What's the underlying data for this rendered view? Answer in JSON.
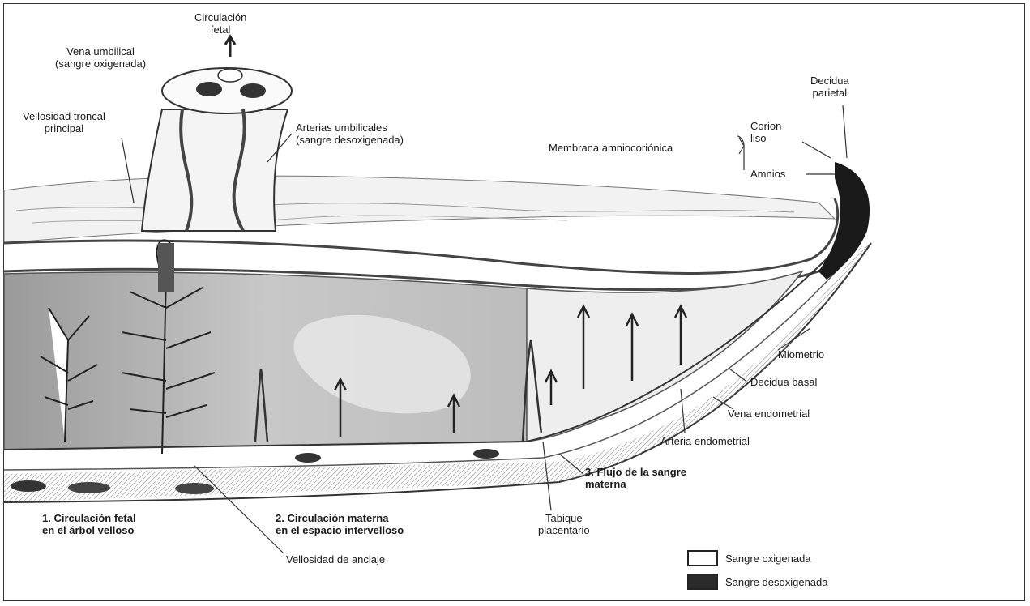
{
  "labels": {
    "circulacion_fetal": [
      "Circulación",
      "fetal"
    ],
    "vena_umbilical": [
      "Vena umbilical",
      "(sangre oxigenada)"
    ],
    "vellosidad_troncal": [
      "Vellosidad troncal",
      "principal"
    ],
    "arterias_umbilicales": [
      "Arterias umbilicales",
      "(sangre desoxigenada)"
    ],
    "decidua_parietal": [
      "Decidua",
      "parietal"
    ],
    "membrana_amniocorionica": "Membrana amniocoriónica",
    "corion_liso": [
      "Corion",
      "liso"
    ],
    "amnios": "Amnios",
    "miometrio": "Miometrio",
    "decidua_basal": "Decidua basal",
    "vena_endometrial": "Vena endometrial",
    "arteria_endometrial": "Arteria endometrial",
    "flujo_sangre_materna": [
      "3. Flujo de la sangre",
      "materna"
    ],
    "tabique_placentario": [
      "Tabique",
      "placentario"
    ],
    "circulacion_materna": [
      "2. Circulación materna",
      "en el espacio intervelloso"
    ],
    "circulacion_fetal_arbol": [
      "1. Circulación fetal",
      "en el árbol velloso"
    ],
    "vellosidad_anclaje": "Vellosidad de anclaje"
  },
  "legend": [
    {
      "label": "Sangre oxigenada",
      "color": "#ffffff"
    },
    {
      "label": "Sangre desoxigenada",
      "color": "#2a2a2a"
    }
  ]
}
